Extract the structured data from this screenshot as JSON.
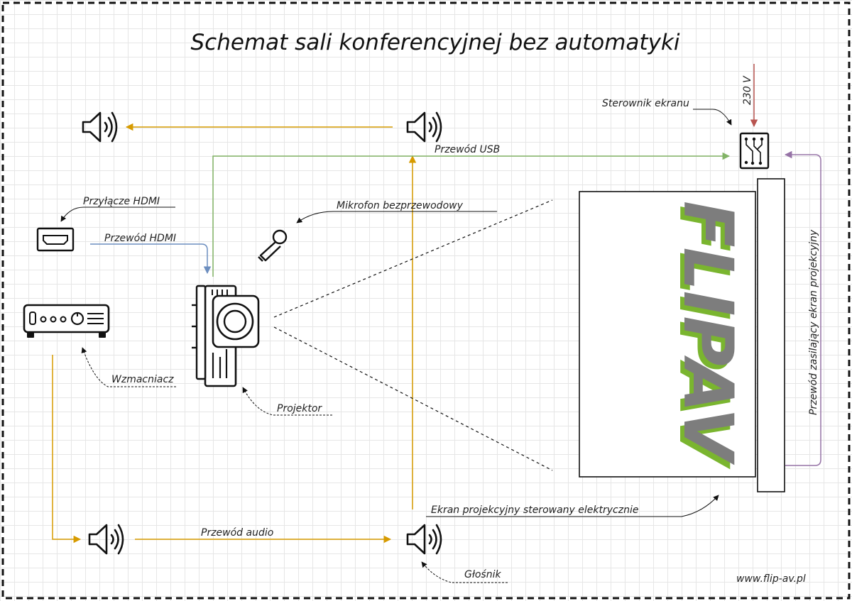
{
  "title": "Schemat sali konferencyjnej bez automatyki",
  "labels": {
    "voltage": "230 V",
    "screen_controller": "Sterownik ekranu",
    "usb_cable": "Przewód USB",
    "hdmi_connector": "Przyłącze HDMI",
    "hdmi_cable": "Przewód HDMI",
    "wireless_mic": "Mikrofon bezprzewodowy",
    "amplifier": "Wzmacniacz",
    "projector": "Projektor",
    "screen_power_cable": "Przewód zasilający ekran projekcyjny",
    "electric_screen": "Ekran projekcyjny sterowany elektrycznie",
    "audio_cable": "Przewód audio",
    "speaker": "Głośnik"
  },
  "logo_text": "FLIPAV",
  "website": "www.flip-av.pl",
  "colors": {
    "audio": "#d79b00",
    "usb": "#82b366",
    "hdmi": "#6c8ebf",
    "power": "#b85450",
    "screen_power": "#9673a6",
    "logo_gray": "#7d7d7d",
    "logo_green": "#7ab52f"
  },
  "icons": [
    "speaker-icon",
    "circuit-board-icon",
    "hdmi-port-icon",
    "microphone-icon",
    "amplifier-icon",
    "projector-icon"
  ]
}
